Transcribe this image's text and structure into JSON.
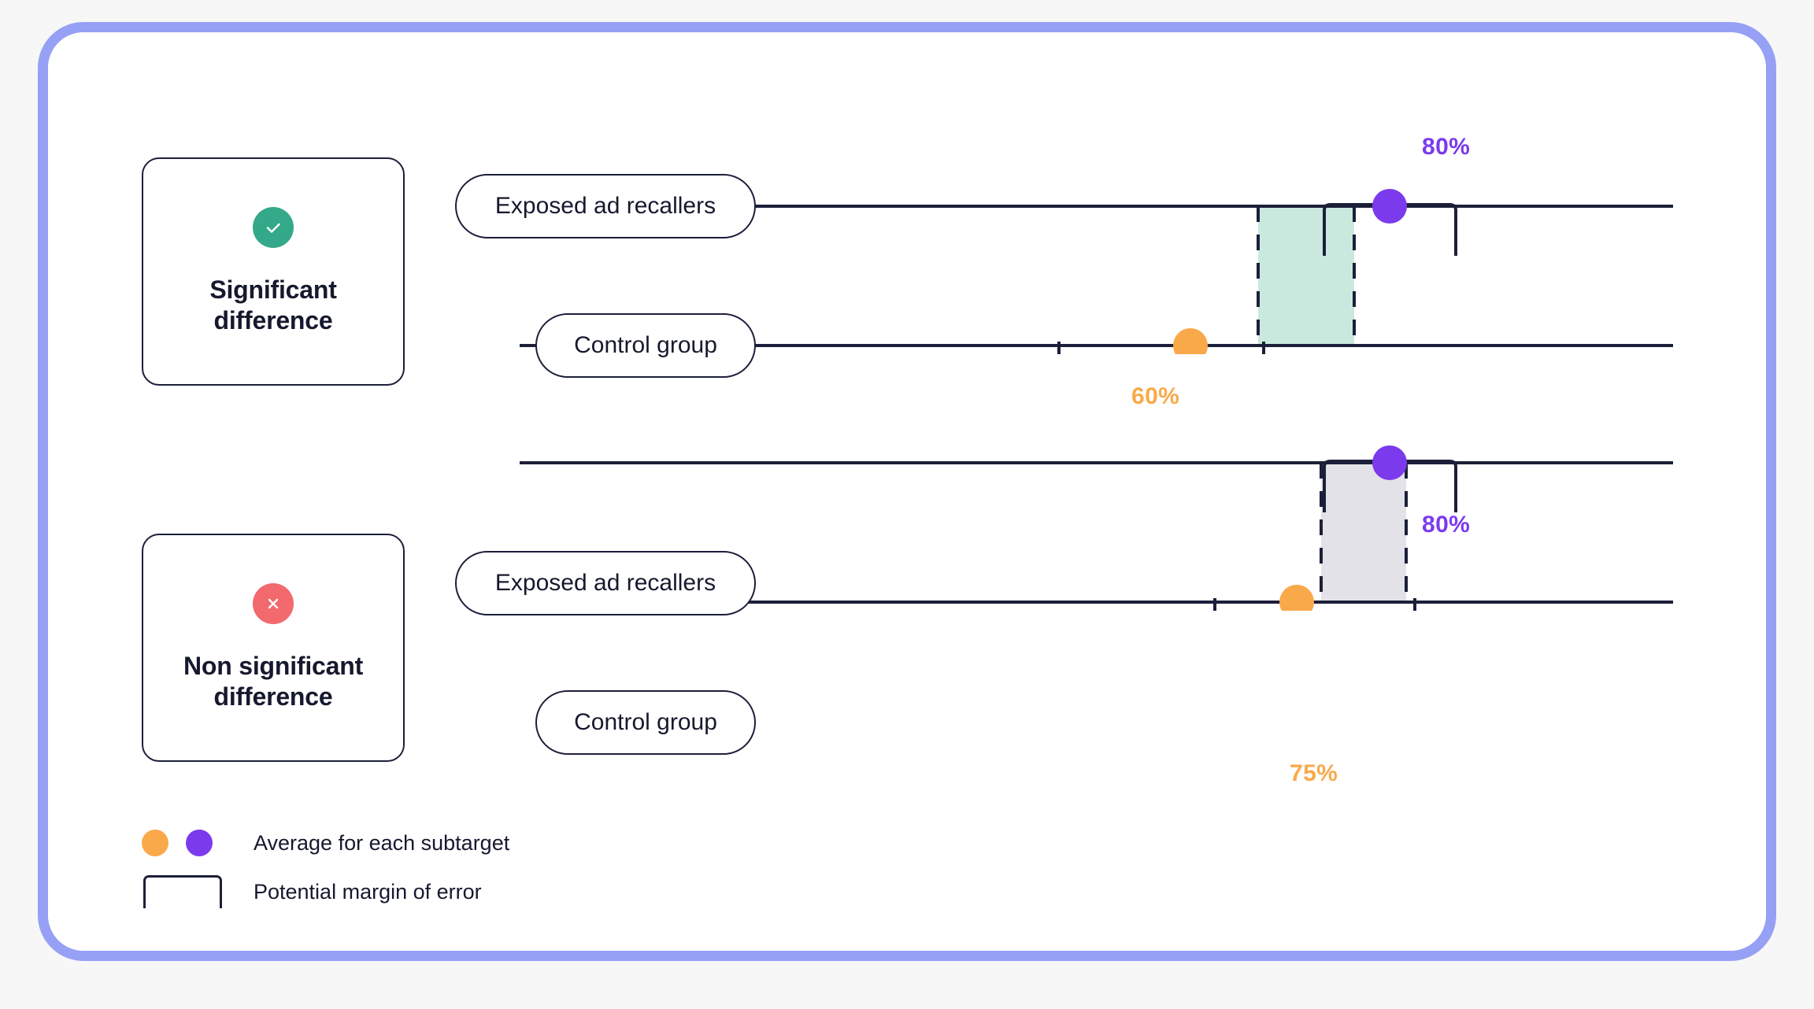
{
  "frame": {
    "accent_color": "#96a0f5",
    "background": "#ffffff"
  },
  "cards": [
    {
      "id": "significant",
      "icon": "check-icon",
      "icon_color": "#34a989",
      "title_line1": "Significant",
      "title_line2": "difference"
    },
    {
      "id": "non-significant",
      "icon": "cross-icon",
      "icon_color": "#f2696e",
      "title_line1": "Non significant",
      "title_line2": "difference"
    }
  ],
  "charts": [
    {
      "id": "significant-chart",
      "gap_fill": "#c9e9de",
      "rows": [
        {
          "label": "Exposed ad recallers",
          "value": "80%",
          "color": "#7c3aed",
          "marker": "purple-dot"
        },
        {
          "label": "Control group",
          "value": "60%",
          "color": "#f9a94a",
          "marker": "orange-dot"
        }
      ]
    },
    {
      "id": "non-significant-chart",
      "gap_fill": "#e3e2e8",
      "rows": [
        {
          "label": "Exposed ad recallers",
          "value": "80%",
          "color": "#7c3aed",
          "marker": "purple-dot"
        },
        {
          "label": "Control group",
          "value": "75%",
          "color": "#f9a94a",
          "marker": "orange-dot"
        }
      ]
    }
  ],
  "legend": {
    "rows": [
      {
        "swatch": "two-dots",
        "label": "Average for each subtarget"
      },
      {
        "swatch": "bracket",
        "label": "Potential margin of error"
      }
    ]
  },
  "chart_data": {
    "type": "scatter",
    "title": "",
    "xlabel": "",
    "ylabel": "",
    "xlim": [
      0,
      100
    ],
    "grid": false,
    "legend_position": "bottom-left",
    "panels": [
      {
        "name": "Significant difference",
        "verdict": "significant",
        "gap_overlap": false,
        "gap_fill_color": "#c9e9de",
        "series": [
          {
            "name": "Exposed ad recallers",
            "value": 80,
            "label": "80%",
            "color": "#7c3aed",
            "error_low": 74,
            "error_high": 86
          },
          {
            "name": "Control group",
            "value": 60,
            "label": "60%",
            "color": "#f9a94a",
            "error_low": 54,
            "error_high": 66
          }
        ]
      },
      {
        "name": "Non significant difference",
        "verdict": "non-significant",
        "gap_overlap": true,
        "gap_fill_color": "#e3e2e8",
        "series": [
          {
            "name": "Exposed ad recallers",
            "value": 80,
            "label": "80%",
            "color": "#7c3aed",
            "error_low": 74,
            "error_high": 86
          },
          {
            "name": "Control group",
            "value": 75,
            "label": "75%",
            "color": "#f9a94a",
            "error_low": 69,
            "error_high": 81
          }
        ]
      }
    ]
  }
}
